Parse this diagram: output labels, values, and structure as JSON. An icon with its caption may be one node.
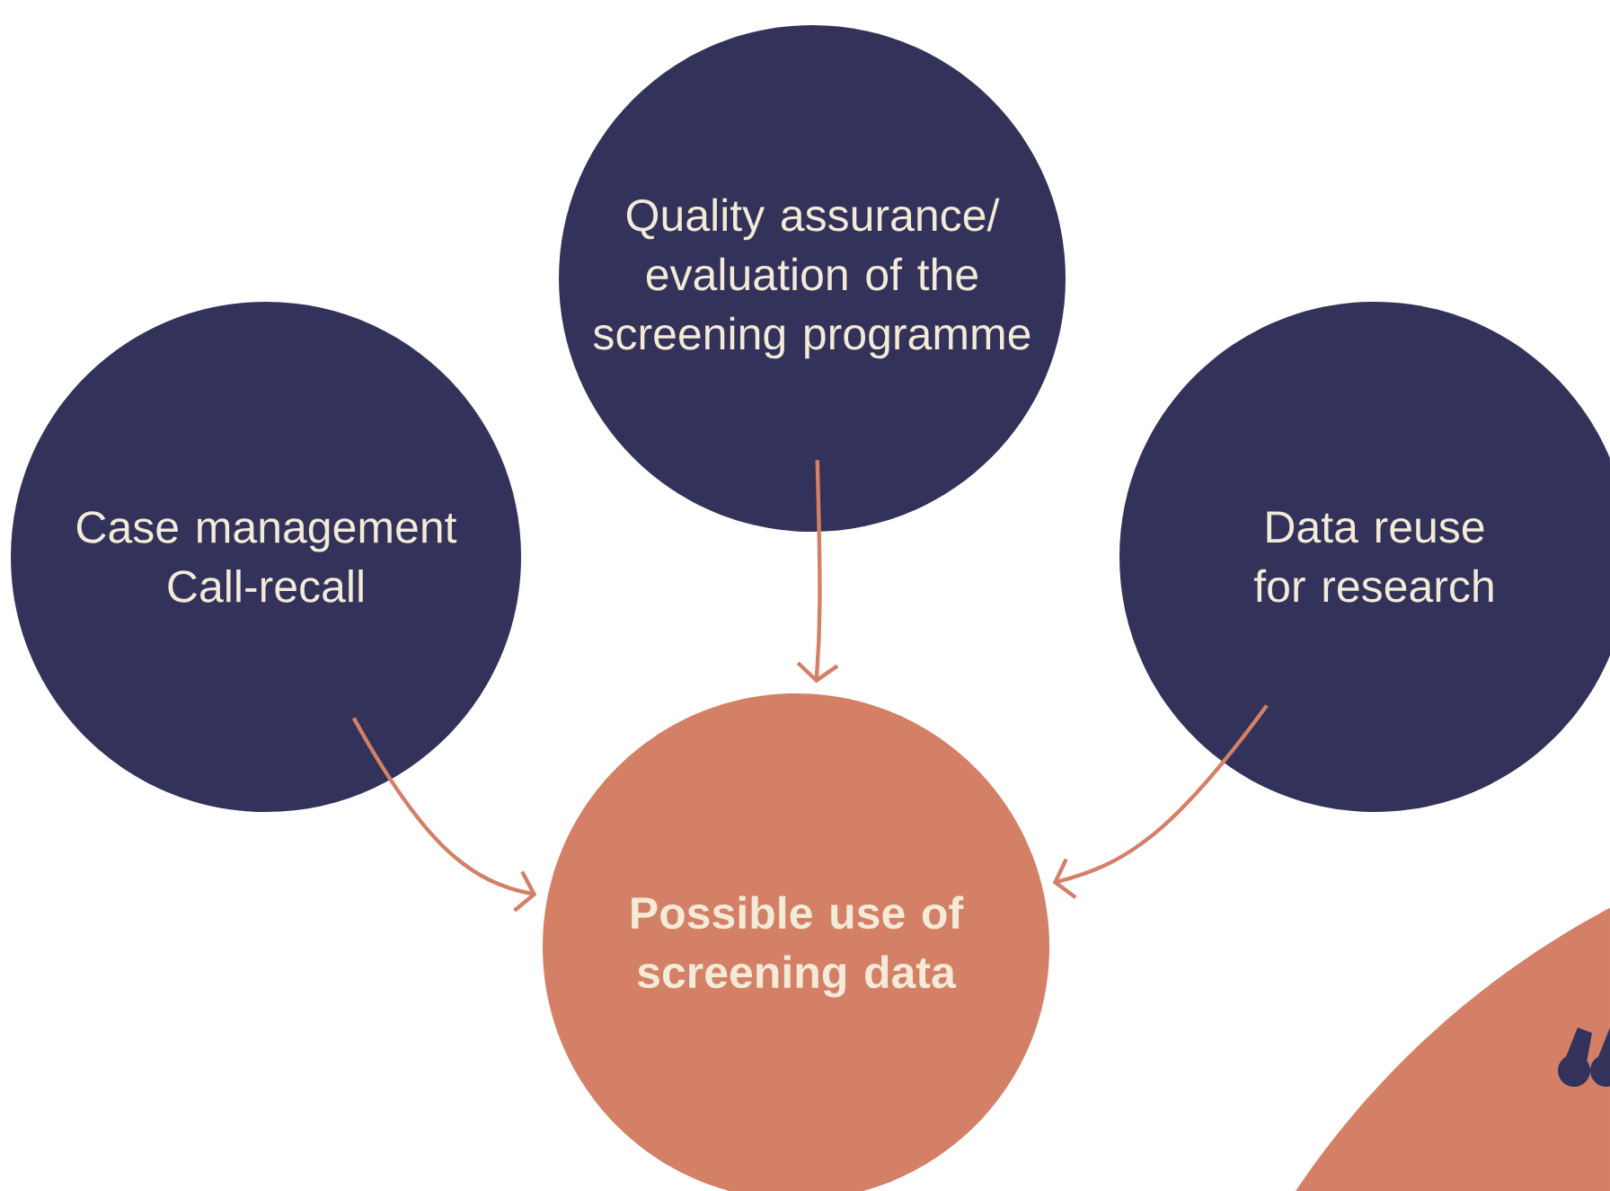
{
  "diagram": {
    "nodes": [
      {
        "text": [
          "Quality assurance/ evaluation of the screening programme"
        ]
      },
      {
        "text": [
          "Case management Call-recall"
        ]
      },
      {
        "text": [
          "Data reuse for research"
        ]
      },
      {
        "text": [
          "Possible use of screening data"
        ]
      }
    ],
    "edges": [
      {
        "from": 1,
        "to": 3,
        "arrow": "to"
      },
      {
        "from": 0,
        "to": 3,
        "arrow": "to"
      },
      {
        "from": 2,
        "to": 3,
        "arrow": "to"
      }
    ]
  }
}
